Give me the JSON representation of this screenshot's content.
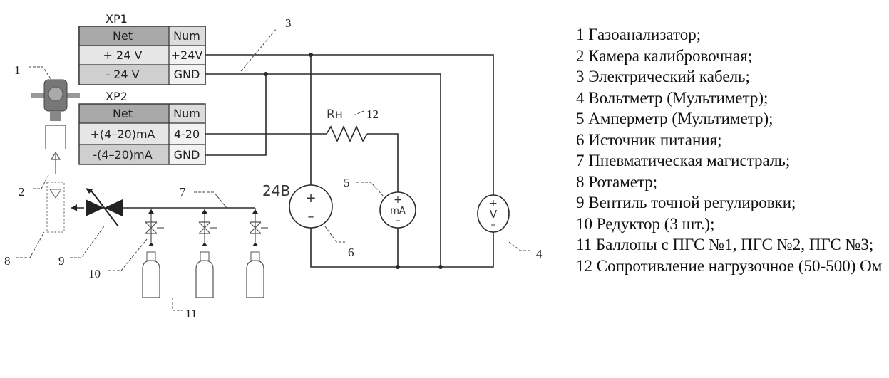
{
  "xp1": {
    "title": "XP1",
    "header": [
      "Net",
      "Num"
    ],
    "rows": [
      [
        "+ 24 V",
        "+24V"
      ],
      [
        "- 24 V",
        "GND"
      ]
    ]
  },
  "xp2": {
    "title": "XP2",
    "header": [
      "Net",
      "Num"
    ],
    "rows": [
      [
        "+(4–20)mA",
        "4-20"
      ],
      [
        "-(4–20)mA",
        "GND"
      ]
    ]
  },
  "labels": {
    "source_voltage": "24В",
    "resistor": "Rн",
    "ammeter": "mA",
    "voltmeter": "V",
    "plus": "+",
    "minus": "–"
  },
  "callouts": [
    "1",
    "2",
    "3",
    "4",
    "5",
    "6",
    "7",
    "8",
    "9",
    "10",
    "11",
    "12"
  ],
  "legend": [
    "1 Газоанализатор;",
    "2 Камера калибровочная;",
    "3 Электрический кабель;",
    "4 Вольтметр (Мультиметр);",
    "5 Амперметр (Мультиметр);",
    "6 Источник питания;",
    "7 Пневматическая магистраль;",
    "8 Ротаметр;",
    "9 Вентиль точной регулировки;",
    "10 Редуктор (3 шт.);",
    "11 Баллоны с ПГС №1, ПГС №2, ПГС №3;",
    "12 Сопротивление нагрузочное (50-500) Ом"
  ]
}
